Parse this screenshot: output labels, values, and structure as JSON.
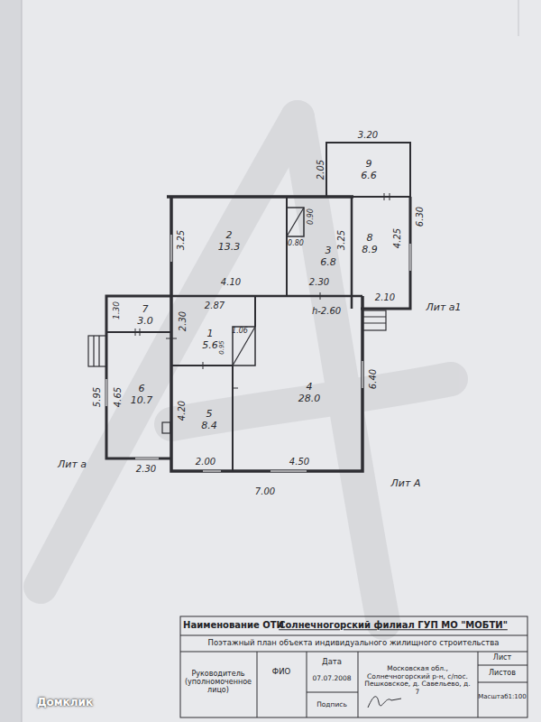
{
  "diagram": {
    "nodes": [
      {
        "text": [
          "9",
          "6.6"
        ]
      },
      {
        "text": [
          "2",
          "13.3"
        ]
      },
      {
        "text": [
          "3",
          "6.8"
        ]
      },
      {
        "text": [
          "8",
          "8.9"
        ]
      },
      {
        "text": [
          "7",
          "3.0"
        ]
      },
      {
        "text": [
          "1",
          "5.6"
        ]
      },
      {
        "text": [
          "4",
          "28.0"
        ]
      },
      {
        "text": [
          "6",
          "10.7"
        ]
      },
      {
        "text": [
          "5",
          "8.4"
        ]
      }
    ],
    "labels": [
      "3.20",
      "2.05",
      "6.30",
      "3.25",
      "0.90",
      "0.80",
      "3.25",
      "4.25",
      "4.10",
      "2.30",
      "2.87",
      "h-2.60",
      "2.10",
      "1.30",
      "2.30",
      "1.06",
      "0.95",
      "4.65",
      "5.95",
      "4.20",
      "6.40",
      "2.30",
      "2.00",
      "4.50",
      "7.00",
      "Лит а1",
      "Лит а",
      "Лит А",
      "Наименование ОТИ",
      "Солнечногорский филиал ГУП МО \"МОБТИ\"",
      "Поэтажный план объекта индивидуального жилищного строительства",
      "Руководитель (уполномоченное лицо)",
      "ФИО",
      "Дата",
      "07.07.2008",
      "Подпись",
      "Московская обл., Солнечногорский р-н, с/пос. Пешковское, д. Савельево, д. 7",
      "Лист",
      "Листов",
      "Масштаб1:100",
      "Домклик"
    ]
  }
}
